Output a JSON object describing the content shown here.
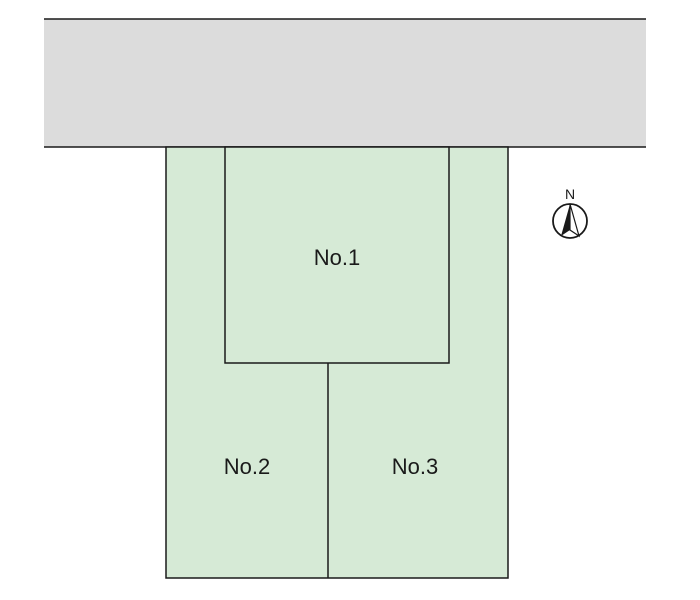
{
  "lots": [
    {
      "label": "No.1"
    },
    {
      "label": "No.2"
    },
    {
      "label": "No.3"
    }
  ],
  "compass": {
    "label": "N"
  },
  "colors": {
    "road": "#dcdcdc",
    "lot_fill": "#d6ead6",
    "line": "#1a1a1a",
    "background": "#ffffff"
  }
}
